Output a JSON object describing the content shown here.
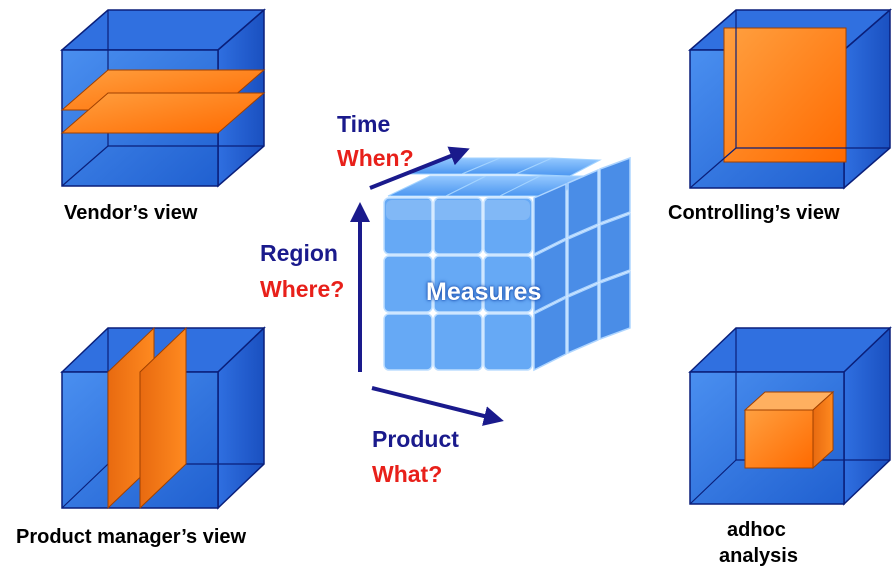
{
  "views": {
    "vendor": {
      "label": "Vendor’s view"
    },
    "controlling": {
      "label": "Controlling’s view"
    },
    "product_manager": {
      "label": "Product manager’s view"
    },
    "adhoc": {
      "label_line1": "adhoc",
      "label_line2": "analysis"
    }
  },
  "center_cube": {
    "label": "Measures",
    "time": {
      "name": "Time",
      "question": "When?"
    },
    "region": {
      "name": "Region",
      "question": "Where?"
    },
    "product": {
      "name": "Product",
      "question": "What?"
    }
  },
  "colors": {
    "cube_blue": "#3a7fe0",
    "cube_edge": "#0a1f7a",
    "slice_orange": "#ff8a1e",
    "axis_blue": "#1a1a8c",
    "question_red": "#e8201a"
  }
}
